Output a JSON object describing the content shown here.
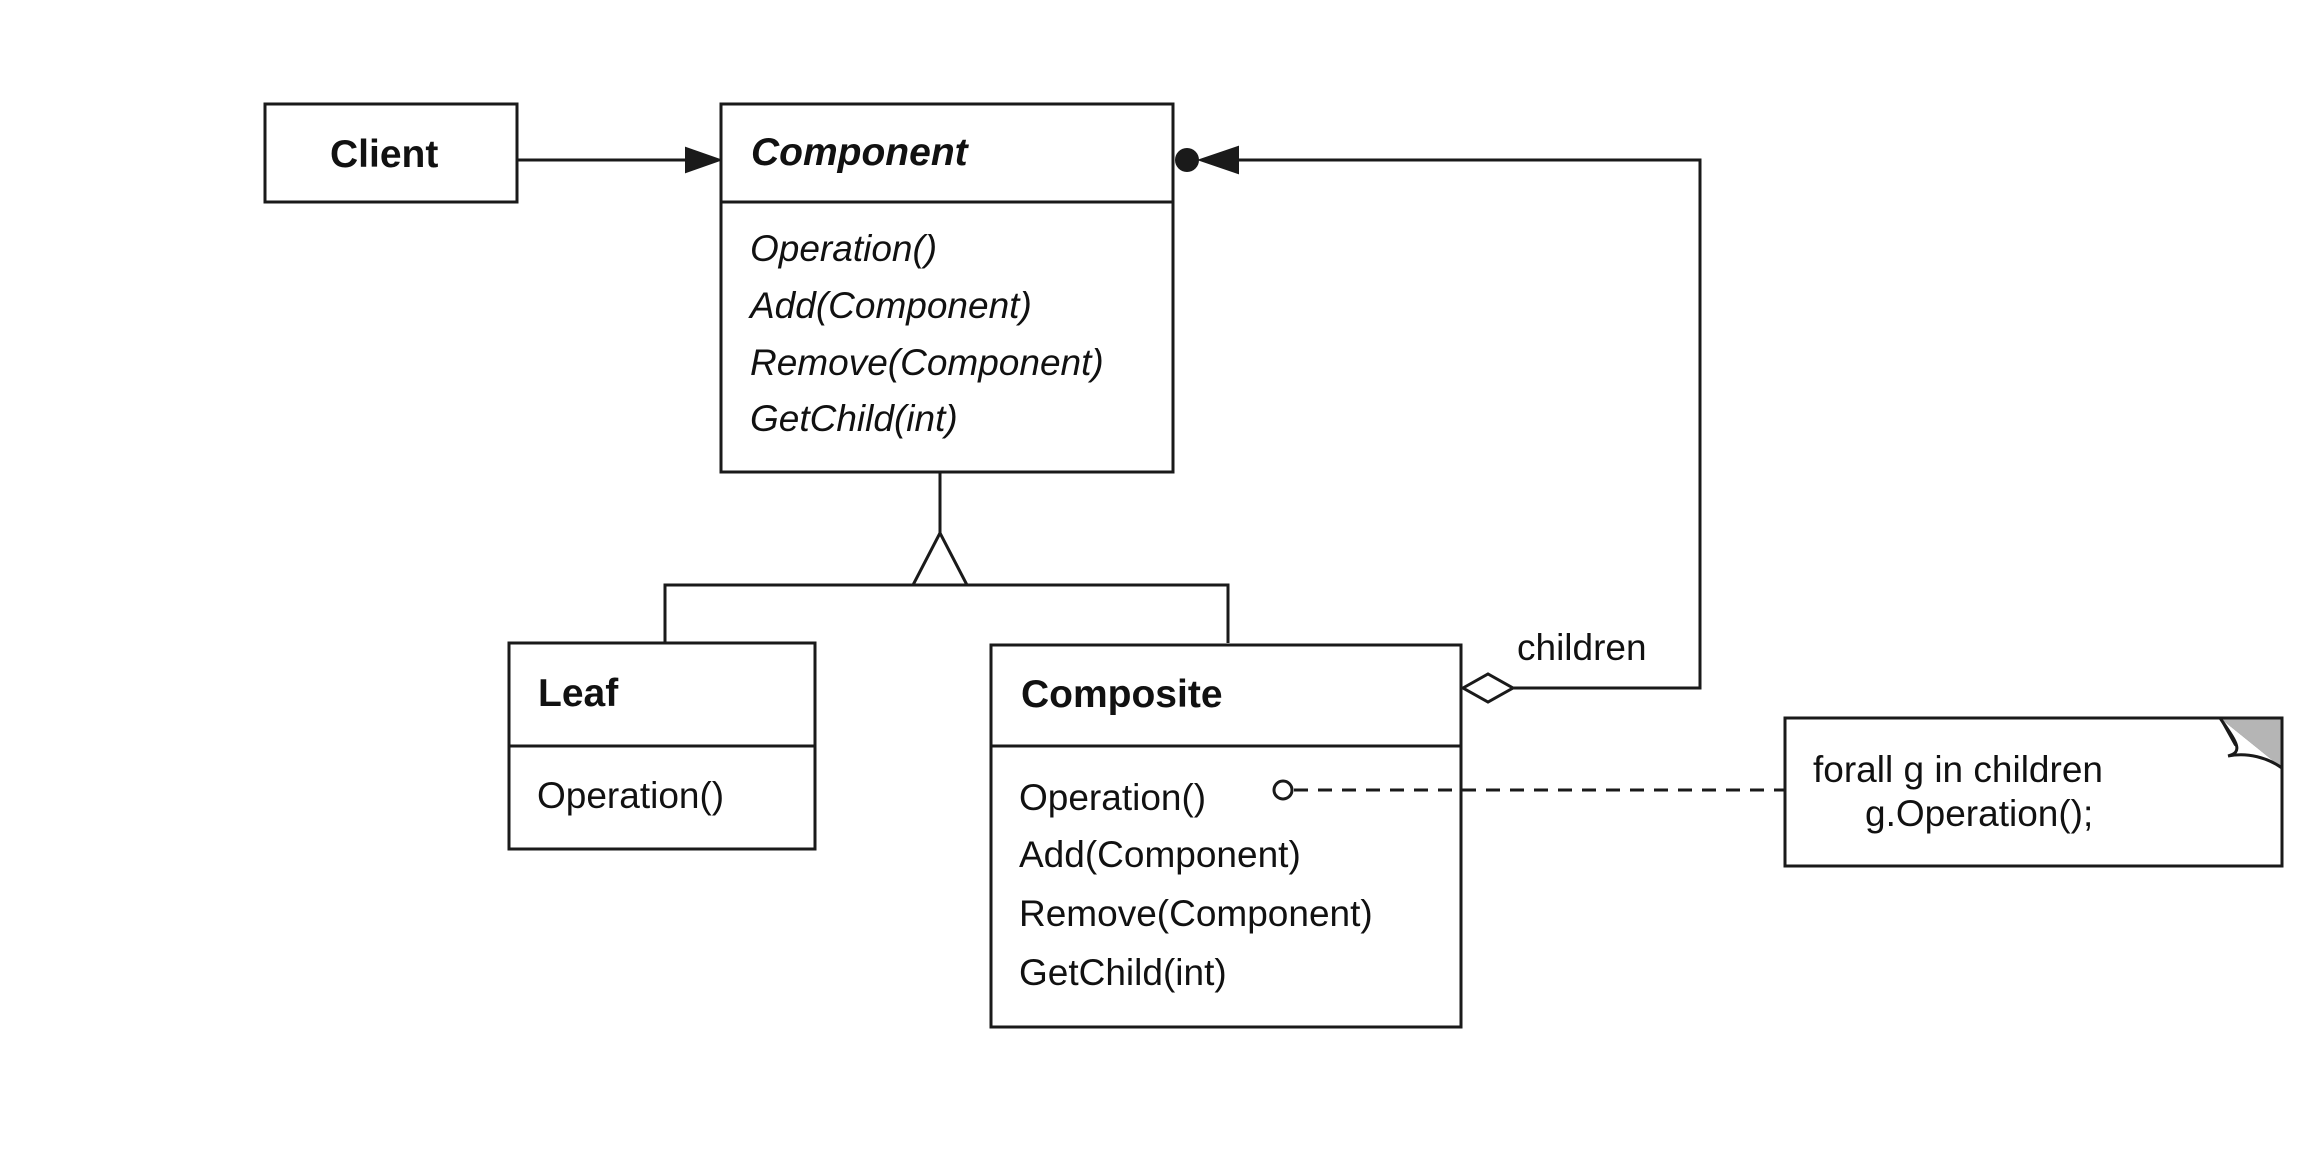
{
  "classes": {
    "client": {
      "name": "Client"
    },
    "component": {
      "name": "Component",
      "operations": [
        "Operation()",
        "Add(Component)",
        "Remove(Component)",
        "GetChild(int)"
      ]
    },
    "leaf": {
      "name": "Leaf",
      "operations": [
        "Operation()"
      ]
    },
    "composite": {
      "name": "Composite",
      "operations": [
        "Operation()",
        "Add(Component)",
        "Remove(Component)",
        "GetChild(int)"
      ]
    }
  },
  "associations": {
    "children_label": "children"
  },
  "note": {
    "lines": [
      "forall g in children",
      "g.Operation();"
    ]
  },
  "colors": {
    "ink": "#1a1a1a",
    "note_corner": "#b5b5b5"
  }
}
